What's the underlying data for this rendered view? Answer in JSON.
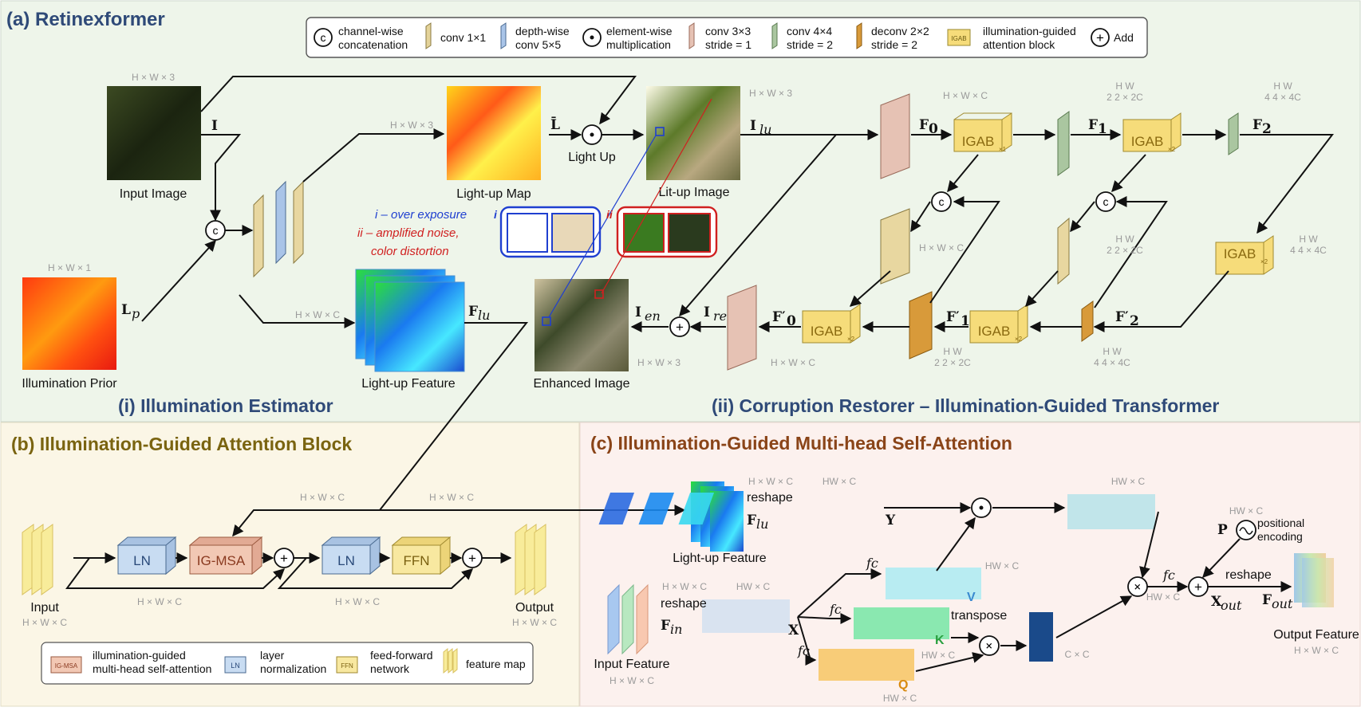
{
  "panels": {
    "a_title": "(a) Retinexformer",
    "b_title": "(b) Illumination-Guided Attention Block",
    "c_title": "(c) Illumination-Guided Multi-head Self-Attention",
    "estimator_title": "(i) Illumination Estimator",
    "restorer_title": "(ii) Corruption Restorer – Illumination-Guided Transformer"
  },
  "legend_top": {
    "concat": [
      "channel-wise",
      "concatenation"
    ],
    "conv1": "conv 1×1",
    "dwconv": [
      "depth-wise",
      "conv 5×5"
    ],
    "mult": [
      "element-wise",
      "multiplication"
    ],
    "conv3": [
      "conv 3×3",
      "stride = 1"
    ],
    "conv4": [
      "conv 4×4",
      "stride = 2"
    ],
    "deconv": [
      "deconv 2×2",
      "stride = 2"
    ],
    "igab_icon": "IGAB",
    "igab": [
      "illumination-guided",
      "attention block"
    ],
    "add": "Add",
    "c_sym": "c",
    "dot_sym": "⊙",
    "plus_sym": "+"
  },
  "estimator": {
    "input_image": "Input Image",
    "input_dim": "H × W × 3",
    "illum_prior": "Illumination Prior",
    "prior_dim": "H × W × 1",
    "lightup_map": "Light-up Map",
    "map_dim": "H × W × 3",
    "lightup_feature": "Light-up Feature",
    "feature_dim": "H × W × C",
    "light_up": "Light Up",
    "litup_image": "Lit-up Image",
    "litup_dim": "H × W × 3",
    "sym_I": "I",
    "sym_Lp": "L",
    "sym_Lp_sub": "p",
    "sym_Lbar": "L̄",
    "sym_Flu": "F",
    "sym_Flu_sub": "lu",
    "note_i": "i – over exposure",
    "note_ii_1": "ii – amplified noise,",
    "note_ii_2": "color distortion",
    "tag_i": "i",
    "tag_ii": "ii"
  },
  "restorer": {
    "enhanced_image": "Enhanced Image",
    "enhanced_dim": "H × W × 3",
    "sym_Ilu": "I",
    "sym_Ilu_sub": "lu",
    "sym_Ien": "I",
    "sym_Ien_sub": "en",
    "sym_Ire": "I",
    "sym_Ire_sub": "re",
    "F0": "F",
    "F0_sub": "0",
    "F1": "F",
    "F1_sub": "1",
    "F2": "F",
    "F2_sub": "2",
    "F0p": "F′",
    "F0p_sub": "0",
    "F1p": "F′",
    "F1p_sub": "1",
    "F2p": "F′",
    "F2p_sub": "2",
    "igab": "IGAB",
    "x1": "×1",
    "x2": "×2",
    "dim_hwc": "H × W × C",
    "dim_hw2c_top": "H   W",
    "dim_2c": "2   2  × 2C",
    "dim_4c_top": "H   W",
    "dim_4c": "4   4  × 4C"
  },
  "igab_block": {
    "input": "Input",
    "output": "Output",
    "dim": "H × W × C",
    "ln": "LN",
    "igmsa": "IG-MSA",
    "ffn": "FFN",
    "legend": {
      "igmsa_icon": "IG-MSA",
      "igmsa": [
        "illumination-guided",
        "multi-head self-attention"
      ],
      "ln_icon": "LN",
      "ln": [
        "layer",
        "normalization"
      ],
      "ffn_icon": "FFN",
      "ffn": [
        "feed-forward",
        "network"
      ],
      "fmap": "feature map"
    }
  },
  "igmsa_block": {
    "lightup_feature": "Light-up Feature",
    "input_feature": "Input Feature",
    "output_feature": "Output Feature",
    "reshape": "reshape",
    "transpose": "transpose",
    "fc": "fc",
    "positional": "positional",
    "encoding": "encoding",
    "dim_hwc": "H × W × C",
    "dim_hw_c": "HW × C",
    "dim_cxc": "C × C",
    "sym_Y": "Y",
    "sym_X": "X",
    "sym_P": "P",
    "sym_V": "V",
    "sym_K": "K",
    "sym_Q": "Q",
    "sym_Fin": "F",
    "sym_Fin_sub": "in",
    "sym_Flu": "F",
    "sym_Flu_sub": "lu",
    "sym_Fout": "F",
    "sym_Fout_sub": "out",
    "sym_Xout": "X",
    "sym_Xout_sub": "out"
  }
}
